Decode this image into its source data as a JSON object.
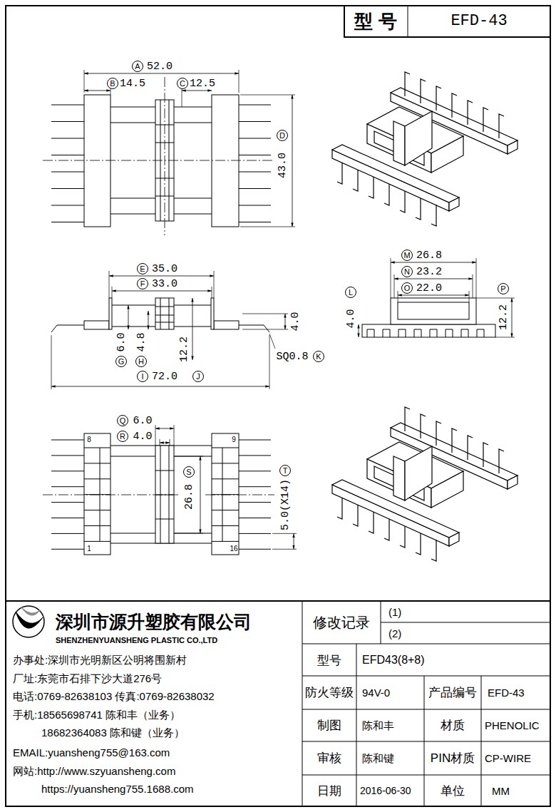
{
  "diagram": {
    "labels": [
      "型 号",
      "EFD-43",
      "A",
      "52.0",
      "B",
      "14.5",
      "C",
      "12.5",
      "D",
      "43.0",
      "E",
      "35.0",
      "F",
      "33.0",
      "4.0",
      "6.0",
      "4.8",
      "12.2",
      "G",
      "H",
      "I",
      "72.0",
      "J",
      "SQ0.8",
      "K",
      "M",
      "26.8",
      "N",
      "23.2",
      "O",
      "22.0",
      "L",
      "4.0",
      "P",
      "12.2",
      "Q",
      "6.0",
      "R",
      "4.0",
      "S",
      "26.8",
      "T",
      "5.0(X14)",
      "8",
      "9",
      "1",
      "16",
      "深圳市源升塑胶有限公司",
      "SHENZHENYUANSHENG PLASTIC CO.,LTD",
      "办事处:深圳市光明新区公明将围新村",
      "厂址:东莞市石排下沙大道276号",
      "电话:0769-82638103 传真:0769-82638032",
      "手机:18565698741 陈和丰（业务）",
      "18682364083 陈和键（业务）",
      "EMAIL:yuansheng755@163.com",
      "网站:http://www.szyuansheng.com",
      "https://yuansheng755.1688.com",
      "修改记录",
      "(1)",
      "(2)",
      "型号",
      "EFD43(8+8)",
      "防火等级",
      "94V-0",
      "产品编号",
      "EFD-43",
      "制图",
      "陈和丰",
      "材质",
      "PHENOLIC",
      "审核",
      "陈和键",
      "PIN材质",
      "CP-WIRE",
      "日期",
      "2016-06-30",
      "单位",
      "MM"
    ]
  }
}
